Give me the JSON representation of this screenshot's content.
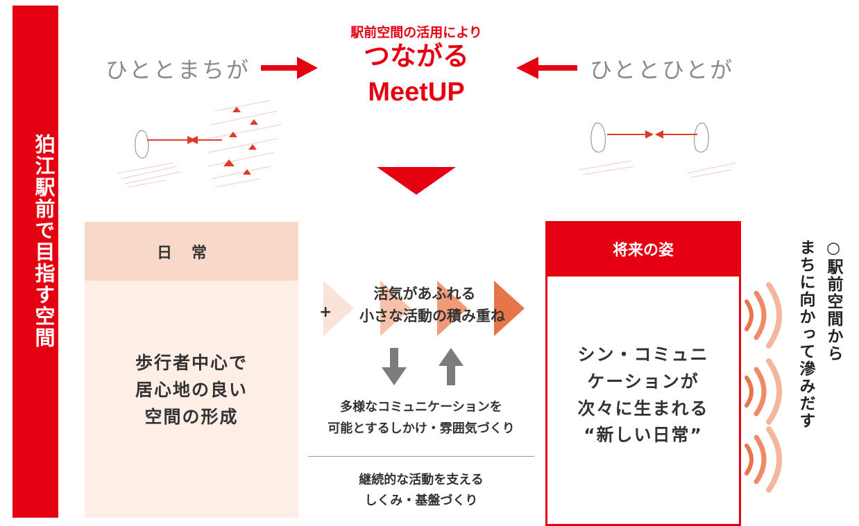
{
  "sidebar": {
    "vertical_title": "狛江駅前で目指す空間"
  },
  "top": {
    "subtitle": "駅前空間の活用により",
    "main": "つながる",
    "main_en": "MeetUP",
    "left_phrase": "ひととまちが",
    "right_phrase": "ひととひとが"
  },
  "daily": {
    "header": "日常",
    "body_lines": [
      "歩行者中心で",
      "居心地の良い",
      "空間の形成"
    ]
  },
  "middle": {
    "line1": "活気があふれる",
    "plus": "+",
    "line2": "小さな活動の積み重ね",
    "desc_line1": "多様なコミュニケーションを",
    "desc_line2": "可能とするしかけ・雰囲気づくり",
    "foot_line1": "継続的な活動を支える",
    "foot_line2": "しくみ・基盤づくり"
  },
  "future": {
    "header": "将来の姿",
    "body_lines": [
      "シン・コミュニ",
      "ケーションが",
      "次々に生まれる",
      "“新しい日常”"
    ]
  },
  "side_note": {
    "col1": "○駅前空間から",
    "col2": "まちに向かって滲みだす"
  },
  "colors": {
    "accent_red": "#e50012",
    "gray_text": "#8a8a8a",
    "daily_bg": "#fdeee6",
    "daily_head_bg": "#f8d8c8",
    "wave_orange": "#e8744a"
  },
  "icons": [
    "down-triangle-icon",
    "right-arrow-icon",
    "left-arrow-icon",
    "down-arrow-icon",
    "up-arrow-icon",
    "ripple-icon"
  ]
}
